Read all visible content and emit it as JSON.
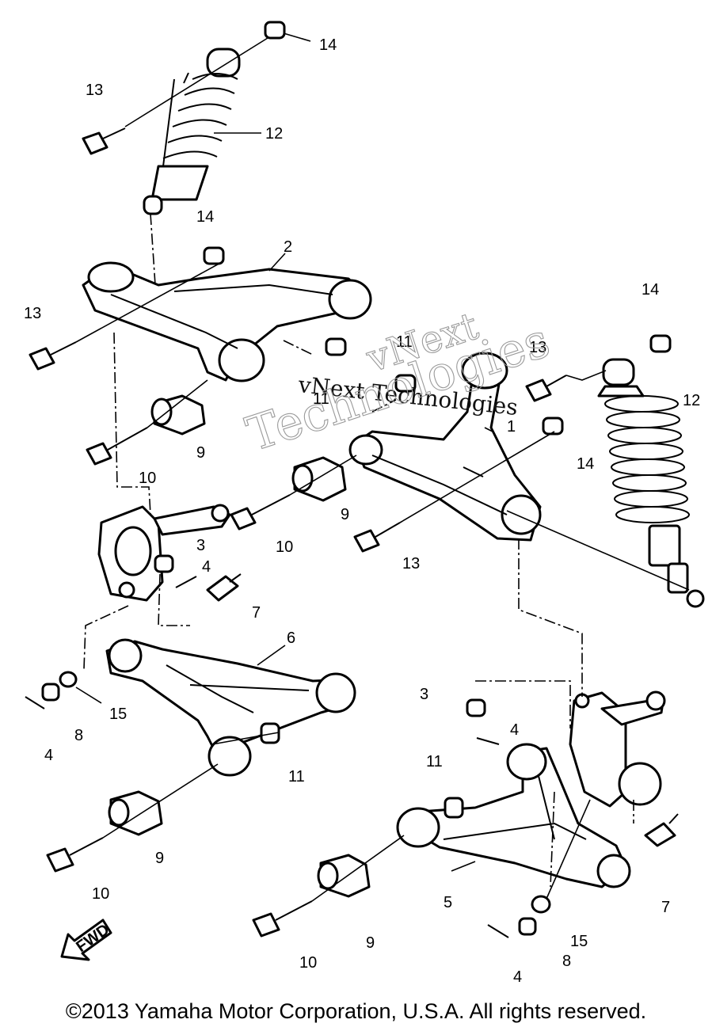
{
  "diagram": {
    "callouts": [
      {
        "id": "c14a",
        "text": "14"
      },
      {
        "id": "c13a",
        "text": "13"
      },
      {
        "id": "c12a",
        "text": "12"
      },
      {
        "id": "c14b",
        "text": "14"
      },
      {
        "id": "c2",
        "text": "2"
      },
      {
        "id": "c13b",
        "text": "13"
      },
      {
        "id": "c11a",
        "text": "11"
      },
      {
        "id": "c11b",
        "text": "11"
      },
      {
        "id": "c9a",
        "text": "9"
      },
      {
        "id": "c10a",
        "text": "10"
      },
      {
        "id": "c14c",
        "text": "14"
      },
      {
        "id": "c13c",
        "text": "13"
      },
      {
        "id": "c12b",
        "text": "12"
      },
      {
        "id": "c1",
        "text": "1"
      },
      {
        "id": "c14d",
        "text": "14"
      },
      {
        "id": "c9b",
        "text": "9"
      },
      {
        "id": "c10b",
        "text": "10"
      },
      {
        "id": "c13d",
        "text": "13"
      },
      {
        "id": "c3a",
        "text": "3"
      },
      {
        "id": "c4a",
        "text": "4"
      },
      {
        "id": "c7a",
        "text": "7"
      },
      {
        "id": "c6",
        "text": "6"
      },
      {
        "id": "c15a",
        "text": "15"
      },
      {
        "id": "c8a",
        "text": "8"
      },
      {
        "id": "c4b",
        "text": "4"
      },
      {
        "id": "c11c",
        "text": "11"
      },
      {
        "id": "c9c",
        "text": "9"
      },
      {
        "id": "c10c",
        "text": "10"
      },
      {
        "id": "c3b",
        "text": "3"
      },
      {
        "id": "c4c",
        "text": "4"
      },
      {
        "id": "c11d",
        "text": "11"
      },
      {
        "id": "c7b",
        "text": "7"
      },
      {
        "id": "c5",
        "text": "5"
      },
      {
        "id": "c9d",
        "text": "9"
      },
      {
        "id": "c15b",
        "text": "15"
      },
      {
        "id": "c8b",
        "text": "8"
      },
      {
        "id": "c10d",
        "text": "10"
      },
      {
        "id": "c4d",
        "text": "4"
      }
    ],
    "fwd_label": "FWD",
    "watermark": {
      "line1": "vNext",
      "line2": "vNext Technologies",
      "line3": "Technologies"
    }
  },
  "footer": {
    "copyright": "©2013 Yamaha Motor Corporation, U.S.A. All rights reserved."
  }
}
